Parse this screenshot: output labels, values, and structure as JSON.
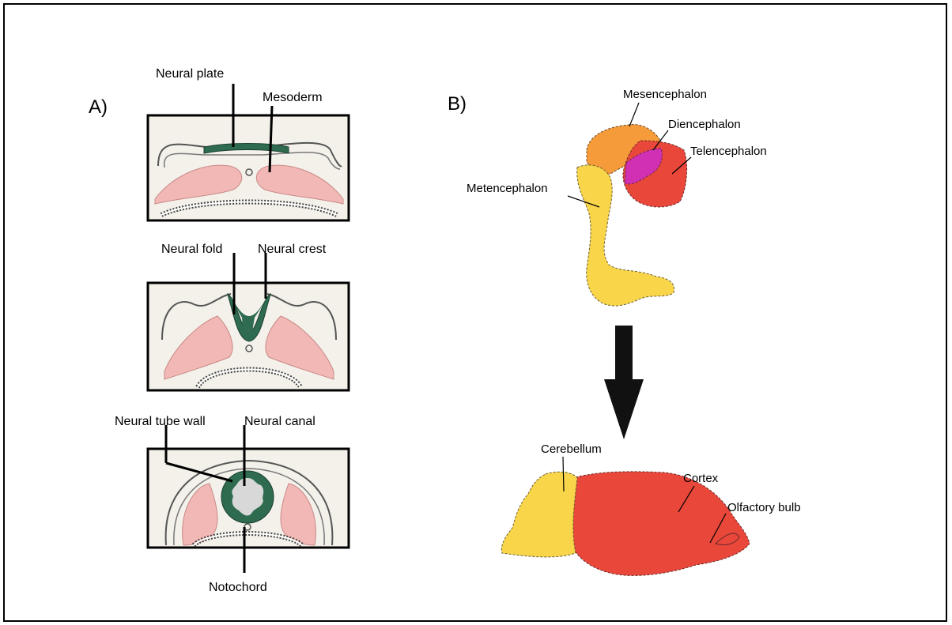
{
  "panels": {
    "a": {
      "letter": "A)",
      "labels": {
        "neural_plate": "Neural plate",
        "mesoderm": "Mesoderm",
        "neural_fold": "Neural fold",
        "neural_crest": "Neural crest",
        "neural_tube_wall": "Neural tube wall",
        "neural_canal": "Neural canal",
        "notochord": "Notochord"
      }
    },
    "b": {
      "letter": "B)",
      "labels": {
        "mesencephalon": "Mesencephalon",
        "diencephalon": "Diencephalon",
        "telencephalon": "Telencephalon",
        "metencephalon": "Metencephalon",
        "cerebellum": "Cerebellum",
        "cortex": "Cortex",
        "olfactory_bulb": "Olfactory bulb"
      }
    }
  },
  "colors": {
    "neural_tissue": "#2e6b4f",
    "mesoderm": "#f2b8b6",
    "mesencephalon": "#f59b3a",
    "diencephalon": "#d12fb4",
    "telencephalon": "#e8473a",
    "metencephalon": "#f9d54a",
    "cerebellum": "#f9d54a",
    "cortex": "#e8473a",
    "arrow": "#111111"
  }
}
